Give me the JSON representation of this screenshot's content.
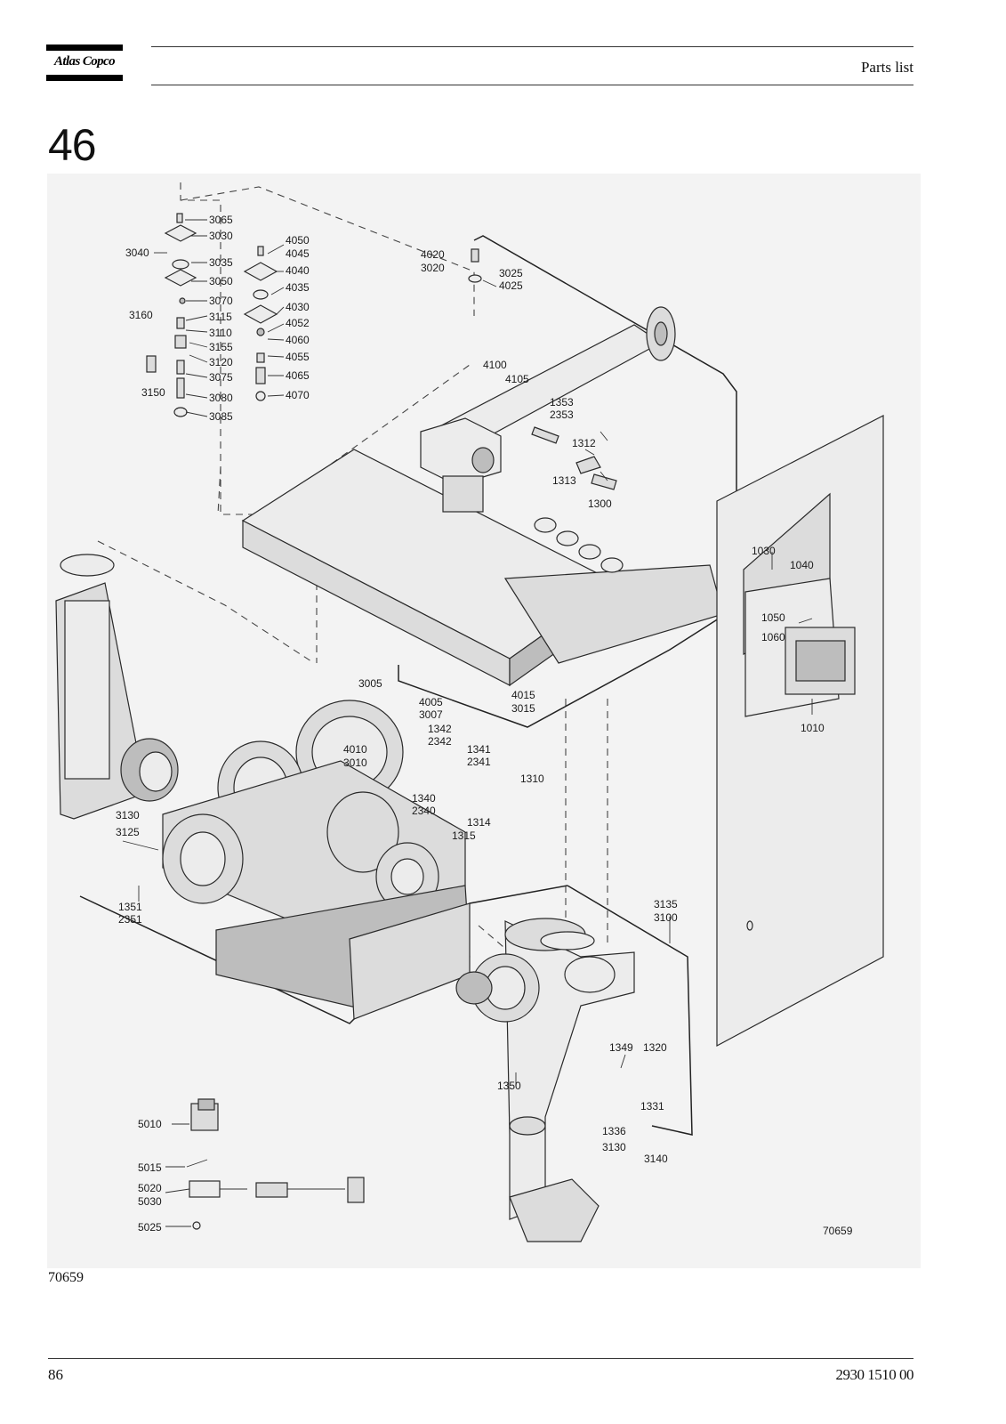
{
  "header": {
    "brand": "Atlas Copco",
    "section_title": "Parts list"
  },
  "section_number": "46",
  "figure": {
    "drawing_number": "70659",
    "caption": "70659",
    "callouts": [
      "3065",
      "3030",
      "3040",
      "3035",
      "3050",
      "3070",
      "3160",
      "3115",
      "3110",
      "3155",
      "3120",
      "3075",
      "3150",
      "3080",
      "3085",
      "4050",
      "4045",
      "4040",
      "4035",
      "4030",
      "4052",
      "4060",
      "4055",
      "4065",
      "4070",
      "4020",
      "3020",
      "3025",
      "4025",
      "4100",
      "4105",
      "1353",
      "2353",
      "1312",
      "1313",
      "1300",
      "1030",
      "1040",
      "1050",
      "1060",
      "1010",
      "3005",
      "4005",
      "3007",
      "4015",
      "3015",
      "4010",
      "3010",
      "1342",
      "2342",
      "1341",
      "2341",
      "1340",
      "2340",
      "1310",
      "1314",
      "1315",
      "3130",
      "3125",
      "1351",
      "2351",
      "3135",
      "3100",
      "1349",
      "1320",
      "1350",
      "1331",
      "1336",
      "3130",
      "3140",
      "5010",
      "5015",
      "5020",
      "5030",
      "5025"
    ]
  },
  "footer": {
    "page_number": "86",
    "document_number": "2930 1510 00"
  }
}
